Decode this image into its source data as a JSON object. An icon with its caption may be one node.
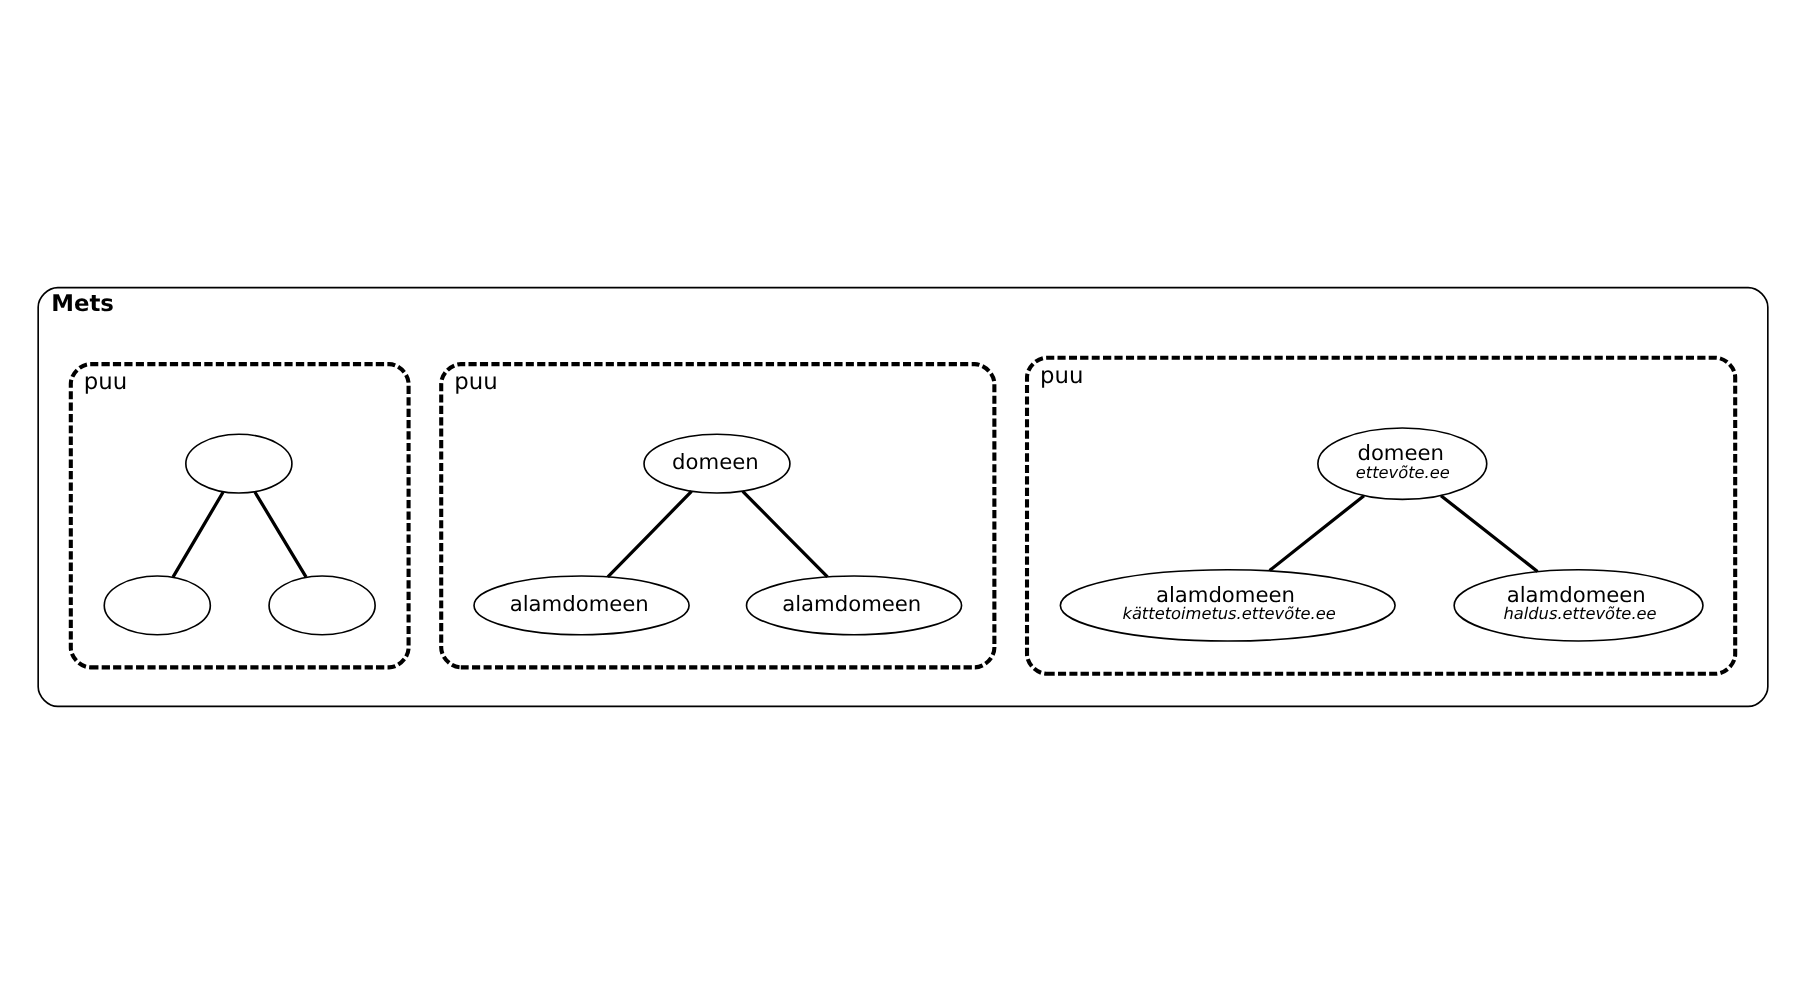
{
  "diagram": {
    "nodes": [
      {
        "text": [
          "Mets"
        ]
      },
      {
        "text": [
          "puu"
        ],
        "in": 0
      },
      {
        "text": [
          "domeen",
          "ettevõte.ee"
        ],
        "in": 1
      },
      {
        "text": [
          "alamdomeen",
          "kättetoimetus.ettevõte.ee"
        ],
        "in": 1
      },
      {
        "text": [
          "alamdomeen",
          "haldus.ettevõte.ee"
        ],
        "in": 1
      },
      {
        "text": [
          "puu"
        ],
        "in": 0
      },
      {
        "text": [
          "domeen"
        ],
        "in": 5
      },
      {
        "text": [
          "alamdomeen"
        ],
        "in": 5
      },
      {
        "text": [
          "alamdomeen"
        ],
        "in": 5
      },
      {
        "text": [
          "puu"
        ],
        "in": 0
      },
      {
        "text": [],
        "shape": "ellipse",
        "in": 9
      },
      {
        "text": [],
        "shape": "ellipse",
        "in": 9
      },
      {
        "text": [],
        "shape": "ellipse",
        "in": 9
      }
    ],
    "edges": [
      {
        "from": 2,
        "to": 3,
        "arrow": "none"
      },
      {
        "from": 2,
        "to": 4,
        "arrow": "none"
      },
      {
        "from": 6,
        "to": 7,
        "arrow": "none"
      },
      {
        "from": 6,
        "to": 8,
        "arrow": "none"
      },
      {
        "from": 10,
        "to": 11,
        "arrow": "none"
      },
      {
        "from": 10,
        "to": 12,
        "arrow": "none"
      }
    ]
  }
}
